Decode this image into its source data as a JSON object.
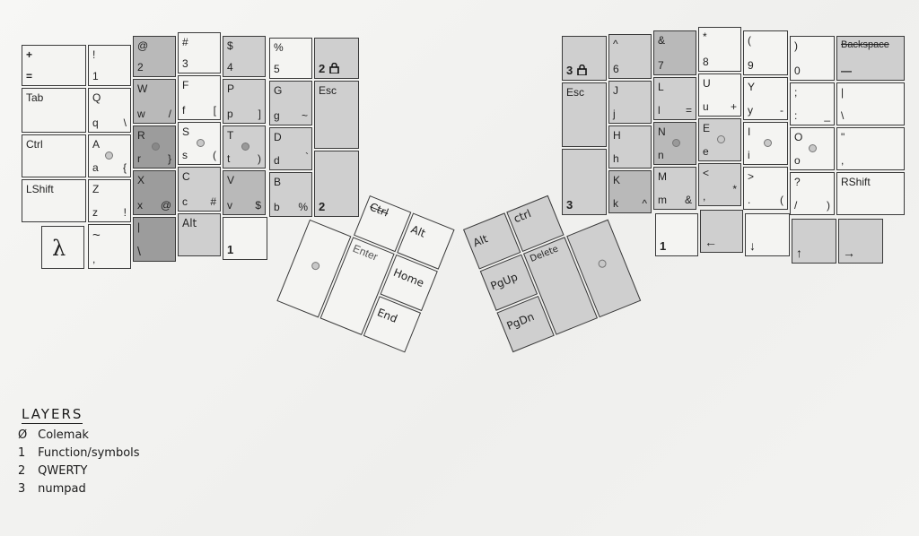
{
  "left": {
    "row0": [
      {
        "tl": "+",
        "bl": "="
      },
      {
        "tl": "!",
        "bl": "1"
      },
      {
        "tl": "@",
        "bl": "2"
      },
      {
        "tl": "#",
        "bl": "3"
      },
      {
        "tl": "$",
        "bl": "4"
      },
      {
        "tl": "%",
        "bl": "5"
      },
      {
        "tl": "2",
        "icon": "lock-icon"
      }
    ],
    "row1": [
      {
        "tl": "Tab"
      },
      {
        "tl": "Q",
        "bl": "q",
        "br": "\\"
      },
      {
        "tl": "W",
        "bl": "w",
        "br": "/"
      },
      {
        "tl": "F",
        "bl": "f",
        "br": "["
      },
      {
        "tl": "P",
        "bl": "p",
        "br": "]"
      },
      {
        "tl": "G",
        "bl": "g",
        "br": "~"
      },
      {
        "tl": "Esc"
      }
    ],
    "row2": [
      {
        "tl": "Ctrl"
      },
      {
        "tl": "A",
        "bl": "a",
        "br": "{"
      },
      {
        "tl": "R",
        "bl": "r",
        "br": "}"
      },
      {
        "tl": "S",
        "bl": "s",
        "br": "("
      },
      {
        "tl": "T",
        "bl": "t",
        "br": ")"
      },
      {
        "tl": "D",
        "bl": "d",
        "br": "`"
      }
    ],
    "row3": [
      {
        "tl": "LShift"
      },
      {
        "tl": "Z",
        "bl": "z",
        "br": "!"
      },
      {
        "tl": "X",
        "bl": "x",
        "br": "@"
      },
      {
        "tl": "C",
        "bl": "c",
        "br": "#"
      },
      {
        "tl": "V",
        "bl": "v",
        "br": "$"
      },
      {
        "tl": "B",
        "bl": "b",
        "br": "%"
      },
      {
        "tl": "2"
      }
    ],
    "row4": [
      {
        "big": "λ"
      },
      {
        "tl": "~",
        "bl": ","
      },
      {
        "tl": "|",
        "bl": "\\"
      },
      {
        "tl": "Alt"
      },
      {
        "tl": "1"
      }
    ],
    "thumb": {
      "ctrl": "Ctrl",
      "alt": "Alt",
      "enter": "Enter",
      "home": "Home",
      "end": "End"
    }
  },
  "right": {
    "row0": [
      {
        "tl": "3",
        "icon": "lock-icon"
      },
      {
        "tl": "^",
        "bl": "6"
      },
      {
        "tl": "&",
        "bl": "7"
      },
      {
        "tl": "*",
        "bl": "8"
      },
      {
        "tl": "(",
        "bl": "9"
      },
      {
        "tl": ")",
        "bl": "0"
      },
      {
        "tl": "Backspace",
        "bl": "—"
      }
    ],
    "row1": [
      {
        "tl": "Esc"
      },
      {
        "tl": "J",
        "bl": "j"
      },
      {
        "tl": "L",
        "bl": "l",
        "br": "="
      },
      {
        "tl": "U",
        "bl": "u",
        "br": "+"
      },
      {
        "tl": "Y",
        "bl": "y",
        "br": "-"
      },
      {
        "tl": ";",
        "bl": ":",
        "br": "_"
      },
      {
        "tl": "|",
        "bl": "\\"
      }
    ],
    "row2": [
      {
        "tl": "H",
        "bl": "h"
      },
      {
        "tl": "N",
        "bl": "n"
      },
      {
        "tl": "E",
        "bl": "e"
      },
      {
        "tl": "I",
        "bl": "i"
      },
      {
        "tl": "O",
        "bl": "o"
      },
      {
        "tl": "\"",
        "bl": ","
      }
    ],
    "row3": [
      {
        "tl": "3"
      },
      {
        "tl": "K",
        "bl": "k",
        "br": "^"
      },
      {
        "tl": "M",
        "bl": "m",
        "br": "&"
      },
      {
        "tl": "<",
        "bl": ",",
        "br": "*"
      },
      {
        "tl": ">",
        "bl": ".",
        "br": "("
      },
      {
        "tl": "?",
        "bl": "/",
        "br": ")"
      },
      {
        "tl": "RShift"
      }
    ],
    "row4": [
      {
        "tl": "1"
      },
      {
        "tl": "←"
      },
      {
        "tl": "↓"
      },
      {
        "tl": "↑"
      },
      {
        "tl": "→"
      }
    ],
    "thumb": {
      "alt": "Alt",
      "ctrl": "ctrl",
      "pgup": "PgUp",
      "delete": "Delete",
      "pgdn": "PgDn"
    }
  },
  "legend": {
    "title": "LAYERS",
    "items": [
      {
        "num": "Ø",
        "label": "Colemak"
      },
      {
        "num": "1",
        "label": "Function/symbols"
      },
      {
        "num": "2",
        "label": "QWERTY"
      },
      {
        "num": "3",
        "label": "numpad"
      }
    ]
  }
}
